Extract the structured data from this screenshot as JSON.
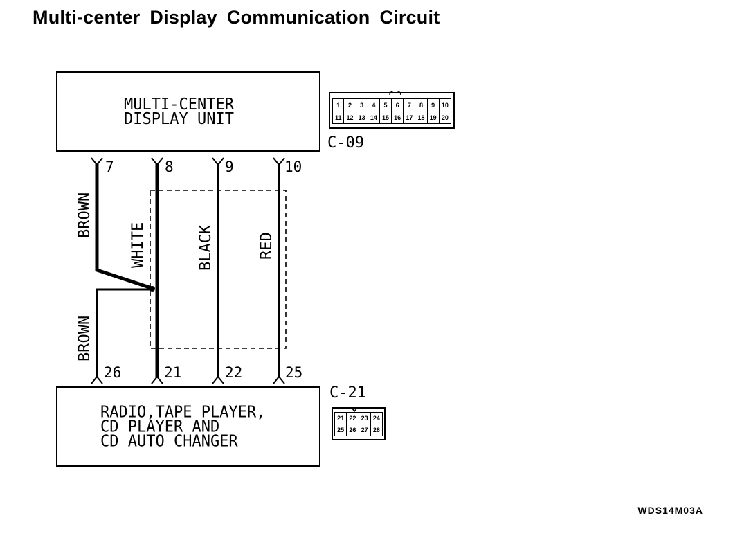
{
  "title_words": [
    "Multi-center",
    "Display",
    "Communication",
    "Circuit"
  ],
  "units": {
    "top": {
      "line1": "MULTI-CENTER",
      "line2": "DISPLAY UNIT",
      "connector": "C-09"
    },
    "bottom": {
      "line1": "RADIO,TAPE PLAYER,",
      "line2": "CD PLAYER AND",
      "line3": "CD AUTO CHANGER",
      "connector": "C-21"
    }
  },
  "pins_top": [
    "7",
    "8",
    "9",
    "10"
  ],
  "pins_bottom": [
    "26",
    "21",
    "22",
    "25"
  ],
  "wires": {
    "brown_upper": "BROWN",
    "white": "WHITE",
    "black": "BLACK",
    "red": "RED",
    "brown_lower": "BROWN"
  },
  "connector_c09": {
    "row1": [
      "1",
      "2",
      "3",
      "4",
      "5",
      "6",
      "7",
      "8",
      "9",
      "10"
    ],
    "row2": [
      "11",
      "12",
      "13",
      "14",
      "15",
      "16",
      "17",
      "18",
      "19",
      "20"
    ]
  },
  "connector_c21": {
    "row1": [
      "21",
      "22",
      "23",
      "24"
    ],
    "row2": [
      "25",
      "26",
      "27",
      "28"
    ]
  },
  "figure_code": "WDS14M03A"
}
